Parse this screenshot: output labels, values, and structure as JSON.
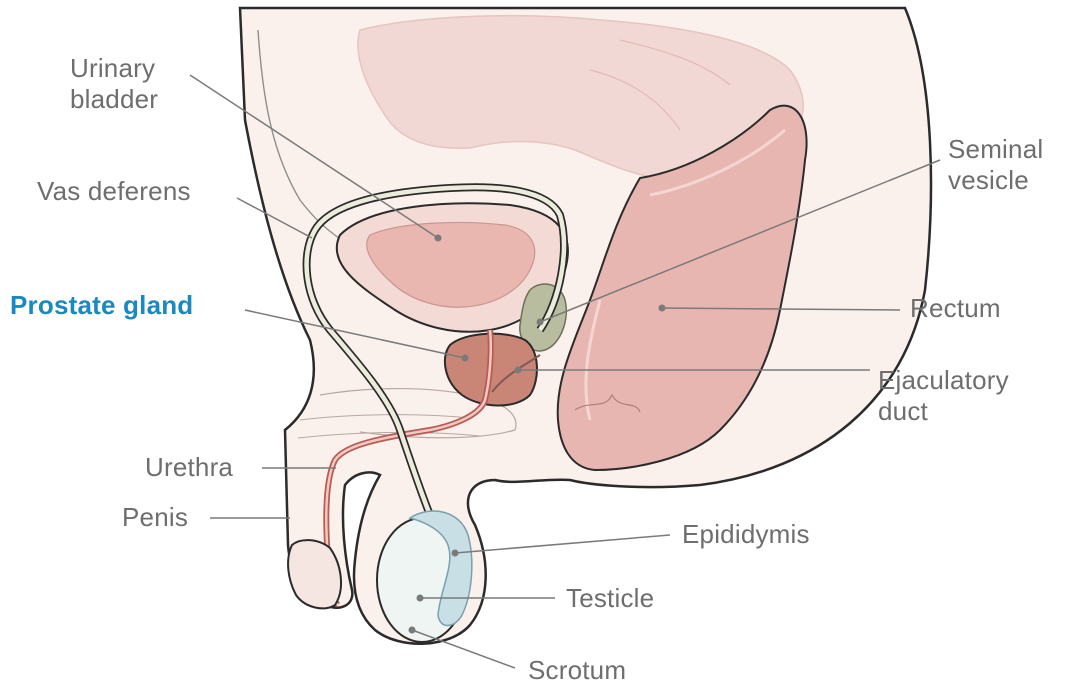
{
  "diagram": {
    "labels": {
      "urinary_bladder": [
        "Urinary",
        "bladder"
      ],
      "vas_deferens": "Vas deferens",
      "prostate_gland": "Prostate gland",
      "urethra": "Urethra",
      "penis": "Penis",
      "seminal_vesicle": [
        "Seminal",
        "vesicle"
      ],
      "rectum": "Rectum",
      "ejaculatory_duct": [
        "Ejaculatory",
        "duct"
      ],
      "epididymis": "Epididymis",
      "testicle": "Testicle",
      "scrotum": "Scrotum"
    },
    "highlighted_label": "prostate_gland",
    "colors": {
      "highlight_text": "#1b88c0",
      "label_text": "#6e6e6e",
      "leader_line": "#7a7a7a",
      "outline": "#2b2b2b",
      "body_fill": "#faf0ec",
      "bladder_fill": "#e9b6b0",
      "bladder_wall": "#f3dad5",
      "prostate_fill": "#c98676",
      "seminal_vesicle_fill": "#b9bd9f",
      "rectum_fill": "#e8b6b1",
      "intestine_fill": "#f2d8d5",
      "testicle_fill": "#eef5f2",
      "epididymis_fill": "#c8dfe6",
      "vas_deferens_fill": "#ececdc",
      "urethra_fill": "#d98d84"
    }
  }
}
